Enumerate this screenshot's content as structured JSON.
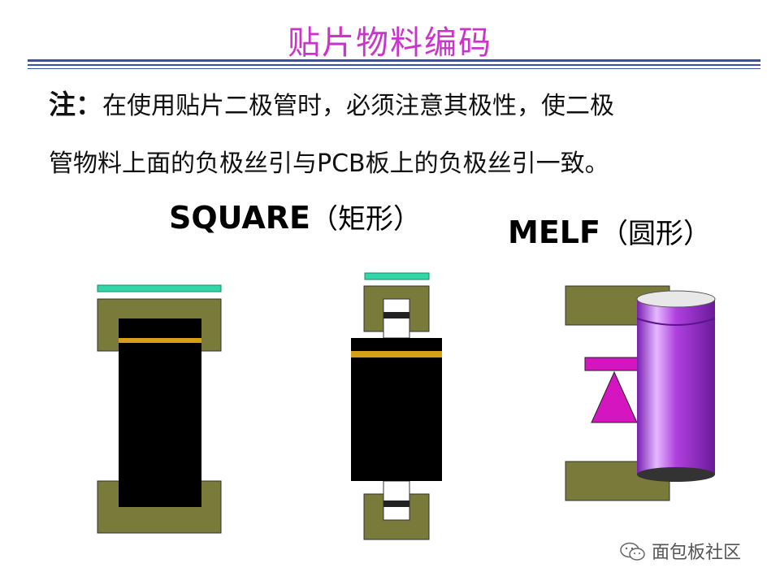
{
  "title": "贴片物料编码",
  "note": {
    "label": "注：",
    "line1_text": "在使用贴片二极管时，必须注意其极性，使二极",
    "line2_prefix": "管物料上面的负极丝引与",
    "line2_pcb": "PCB",
    "line2_suffix": "板上的负极丝引一致。"
  },
  "square": {
    "label": "SQUARE",
    "label_cn": "（矩形）"
  },
  "melf": {
    "label": "MELF",
    "label_cn": "（圆形）"
  },
  "watermark": "面包板社区",
  "colors": {
    "title": "#cc33cc",
    "rule": "#3d4fa8",
    "pad": "#7a7a3a",
    "body": "#000000",
    "cathode_band": "#d4a017",
    "silkscreen": "#33d6a8",
    "polarity_magenta": "#d415c0",
    "cylinder_purple": "#b040e0"
  }
}
